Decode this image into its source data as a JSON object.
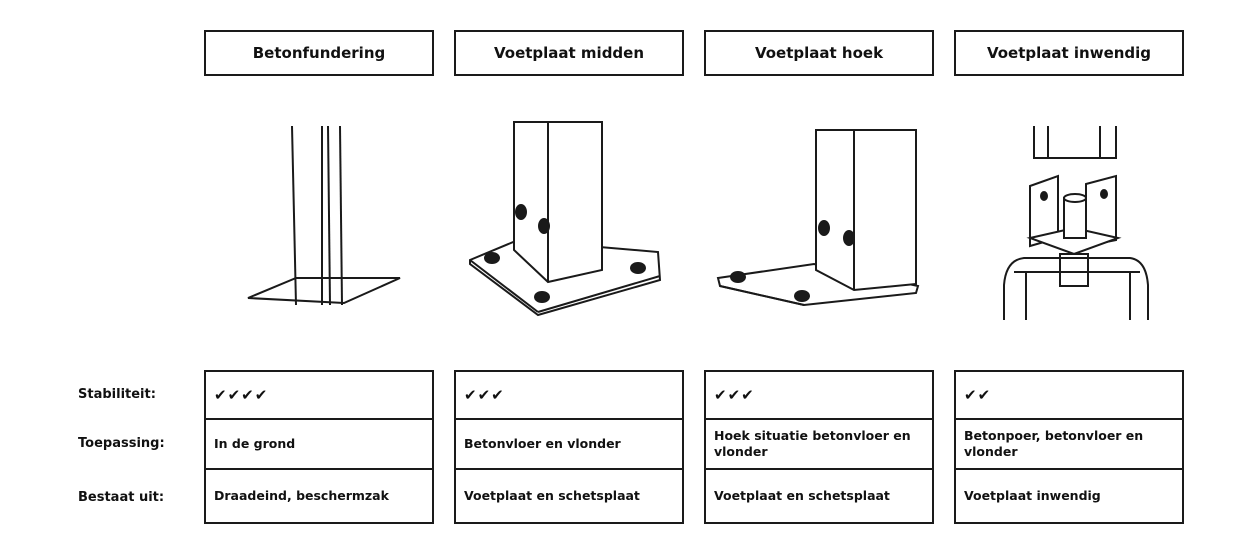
{
  "columns": [
    {
      "title": "Betonfundering",
      "icon": "post-with-concrete-foundation-icon",
      "stabiliteit": "✔✔✔✔",
      "toepassing": "In de grond",
      "bestaat_uit": "Draadeind, beschermzak"
    },
    {
      "title": "Voetplaat midden",
      "icon": "post-on-center-base-plate-icon",
      "stabiliteit": "✔✔✔",
      "toepassing": "Betonvloer en vlonder",
      "bestaat_uit": "Voetplaat en schetsplaat"
    },
    {
      "title": "Voetplaat hoek",
      "icon": "post-on-corner-base-plate-icon",
      "stabiliteit": "✔✔✔",
      "toepassing": "Hoek situatie betonvloer en vlonder",
      "bestaat_uit": "Voetplaat en schetsplaat"
    },
    {
      "title": "Voetplaat inwendig",
      "icon": "post-with-internal-base-plate-icon",
      "stabiliteit": "✔✔",
      "toepassing": "Betonpoer, betonvloer en vlonder",
      "bestaat_uit": "Voetplaat inwendig"
    }
  ],
  "row_labels": {
    "stabiliteit": "Stabiliteit:",
    "toepassing": "Toepassing:",
    "bestaat_uit": "Bestaat uit:"
  },
  "colors": {
    "line": "#1a1a1a",
    "background": "#ffffff"
  }
}
